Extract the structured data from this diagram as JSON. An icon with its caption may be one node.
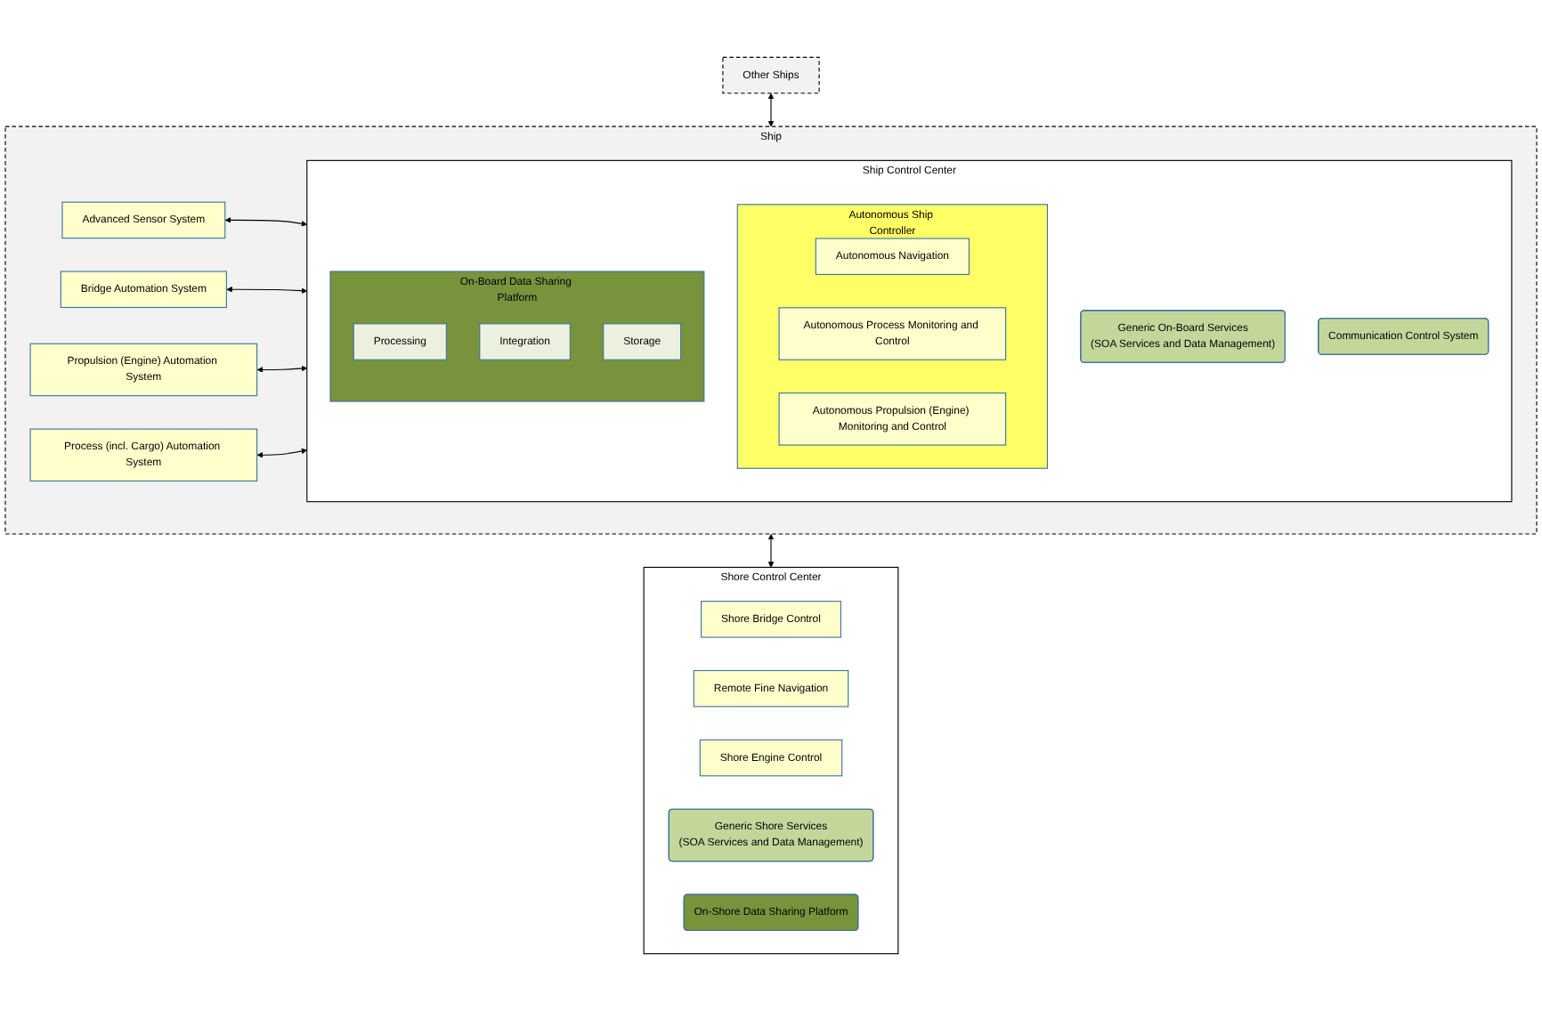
{
  "diagram": {
    "nodes": [
      {
        "text": [
          "Other Ships"
        ]
      },
      {
        "text": [
          "Ship"
        ]
      },
      {
        "text": [
          "Advanced Sensor System"
        ],
        "in": 1
      },
      {
        "text": [
          "Bridge Automation System"
        ],
        "in": 1
      },
      {
        "text": [
          "Propulsion (Engine) Automation System"
        ],
        "in": 1
      },
      {
        "text": [
          "Process (incl. Cargo) Automation System"
        ],
        "in": 1
      },
      {
        "text": [
          "Ship Control Center"
        ],
        "in": 1
      },
      {
        "text": [
          "Autonomous Ship Controller"
        ],
        "in": 6
      },
      {
        "text": [
          "Autonomous Navigation"
        ],
        "in": 7
      },
      {
        "text": [
          "Autonomous Process Monitoring and Control"
        ],
        "in": 7
      },
      {
        "text": [
          "Autonomous Propulsion (Engine) Monitoring and Control"
        ],
        "in": 7
      },
      {
        "text": [
          "Generic On-Board Services",
          "(SOA Services and Data Management)"
        ],
        "in": 6
      },
      {
        "text": [
          "Communication Control System"
        ],
        "in": 6
      },
      {
        "text": [
          "On-Board Data Sharing Platform"
        ],
        "in": 6
      },
      {
        "text": [
          "Processing"
        ],
        "in": 13
      },
      {
        "text": [
          "Integration"
        ],
        "in": 13
      },
      {
        "text": [
          "Storage"
        ],
        "in": 13
      },
      {
        "text": [
          "Shore Control Center"
        ]
      },
      {
        "text": [
          "Shore Bridge Control"
        ],
        "in": 17
      },
      {
        "text": [
          "Remote Fine Navigation"
        ],
        "in": 17
      },
      {
        "text": [
          "Shore Engine Control"
        ],
        "in": 17
      },
      {
        "text": [
          "Generic Shore Services",
          "(SOA Services and Data Management)"
        ],
        "in": 17
      },
      {
        "text": [
          "On-Shore Data Sharing Platform"
        ],
        "in": 17
      }
    ],
    "edges": [
      {
        "from": 0,
        "to": 1,
        "arrow": "both"
      },
      {
        "from": 2,
        "to": 6,
        "arrow": "both"
      },
      {
        "from": 3,
        "to": 6,
        "arrow": "both"
      },
      {
        "from": 4,
        "to": 6,
        "arrow": "both"
      },
      {
        "from": 5,
        "to": 6,
        "arrow": "both"
      },
      {
        "from": 1,
        "to": 17,
        "arrow": "both"
      }
    ]
  }
}
